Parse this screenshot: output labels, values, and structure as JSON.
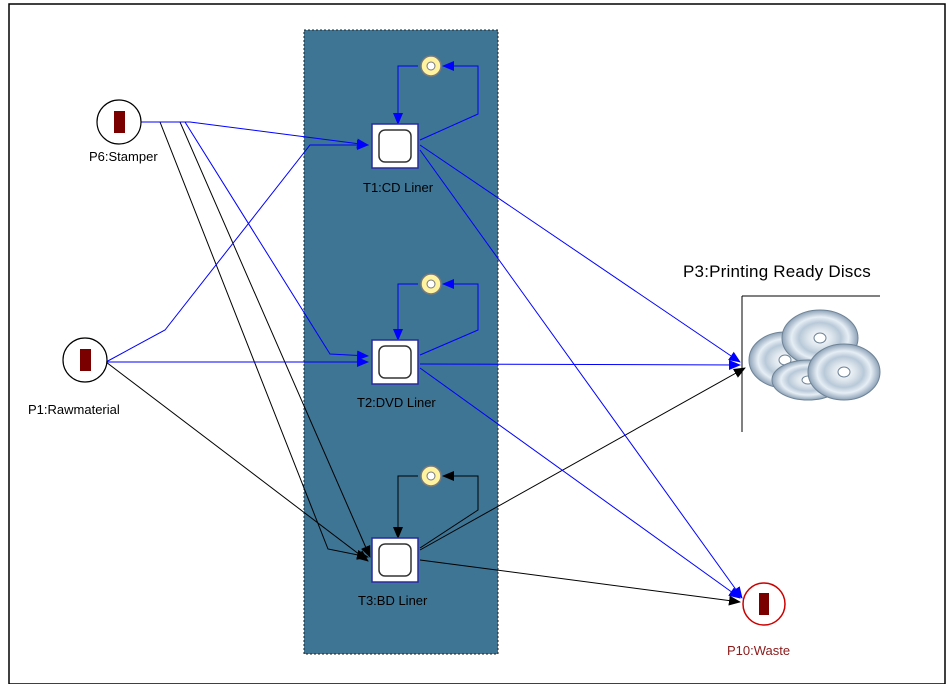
{
  "places": {
    "stamper": {
      "label": "P6:Stamper"
    },
    "rawmaterial": {
      "label": "P1:Rawmaterial"
    },
    "printing_ready": {
      "label": "P3:Printing Ready Discs"
    },
    "waste": {
      "label": "P10:Waste"
    }
  },
  "transitions": {
    "cd": {
      "label": "T1:CD Liner"
    },
    "dvd": {
      "label": "T2:DVD Liner"
    },
    "bd": {
      "label": "T3:BD Liner"
    }
  },
  "colors": {
    "container": "#3e7494",
    "blue_arc": "#0000ff",
    "black_arc": "#000000",
    "token": "#7a0000",
    "waste_red": "#cc0000",
    "resource_fill": "#fff3a0"
  }
}
